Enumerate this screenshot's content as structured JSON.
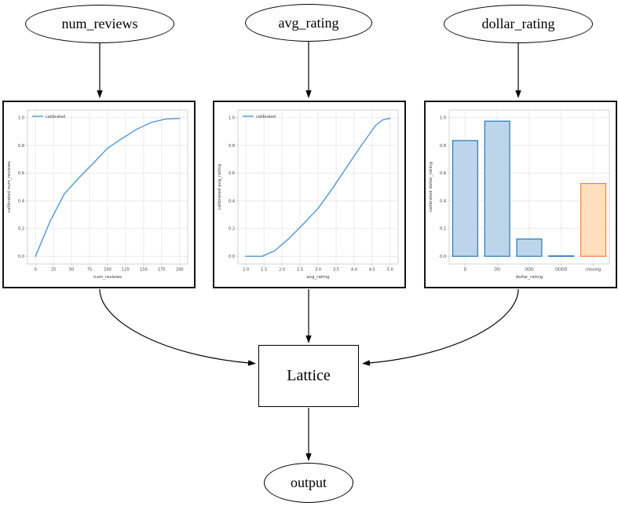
{
  "nodes": {
    "num_reviews": {
      "label": "num_reviews"
    },
    "avg_rating": {
      "label": "avg_rating"
    },
    "dollar_rating": {
      "label": "dollar_rating"
    },
    "lattice": {
      "label": "Lattice"
    },
    "output": {
      "label": "output"
    }
  },
  "colors": {
    "edge": "#000000",
    "line": "#4f97d3",
    "grid": "#ebebeb",
    "spine": "#d3d3d3",
    "text": "#3a3a3a",
    "bar_blue_fill": "#bdd5ea",
    "bar_blue_edge": "#2578b5",
    "bar_orange_fill": "#ffdfbd",
    "bar_orange_edge": "#f8802a"
  },
  "chart_data": [
    {
      "type": "line",
      "title": "",
      "xlabel": "num_reviews",
      "ylabel": "calibrated num_reviews",
      "legend": [
        "calibrated"
      ],
      "xlim": [
        0,
        200
      ],
      "ylim": [
        0,
        1
      ],
      "grid": true,
      "legend_position": "upper-left",
      "xticks": [
        0,
        25,
        50,
        75,
        100,
        125,
        150,
        175,
        200
      ],
      "xtick_labels": [
        "0",
        "25",
        "50",
        "75",
        "100",
        "125",
        "150",
        "175",
        "200"
      ],
      "yticks": [
        0,
        0.2,
        0.4,
        0.6,
        0.8,
        1
      ],
      "ytick_labels": [
        "0.0",
        "0.2",
        "0.4",
        "0.6",
        "0.8",
        "1.0"
      ],
      "series": [
        {
          "name": "calibrated",
          "x": [
            0,
            20,
            40,
            60,
            80,
            100,
            120,
            140,
            160,
            180,
            200
          ],
          "y": [
            0.0,
            0.25,
            0.45,
            0.565,
            0.67,
            0.78,
            0.85,
            0.915,
            0.965,
            0.99,
            0.995
          ]
        }
      ]
    },
    {
      "type": "line",
      "title": "",
      "xlabel": "avg_rating",
      "ylabel": "calibrated avg_rating",
      "legend": [
        "calibrated"
      ],
      "xlim": [
        1,
        5
      ],
      "ylim": [
        0,
        1
      ],
      "grid": true,
      "legend_position": "upper-left",
      "xticks": [
        1,
        1.5,
        2,
        2.5,
        3,
        3.5,
        4,
        4.5,
        5
      ],
      "xtick_labels": [
        "1.0",
        "1.5",
        "2.0",
        "2.5",
        "3.0",
        "3.5",
        "4.0",
        "4.5",
        "5.0"
      ],
      "yticks": [
        0,
        0.2,
        0.4,
        0.6,
        0.8,
        1
      ],
      "ytick_labels": [
        "0.0",
        "0.2",
        "0.4",
        "0.6",
        "0.8",
        "1.0"
      ],
      "series": [
        {
          "name": "calibrated",
          "x": [
            1.0,
            1.45,
            1.8,
            2.2,
            2.6,
            3.0,
            3.4,
            3.8,
            4.2,
            4.6,
            4.8,
            5.0
          ],
          "y": [
            0.0,
            0.0,
            0.04,
            0.13,
            0.235,
            0.345,
            0.49,
            0.645,
            0.8,
            0.945,
            0.985,
            0.995
          ]
        }
      ]
    },
    {
      "type": "bar",
      "title": "",
      "xlabel": "dollar_rating",
      "ylabel": "calibrated dollar_rating",
      "categories": [
        "D",
        "DD",
        "DDD",
        "DDDD",
        "missing"
      ],
      "values": [
        0.835,
        0.975,
        0.125,
        0.003,
        0.525
      ],
      "bar_styles": [
        "blue",
        "blue",
        "blue",
        "blue",
        "orange"
      ],
      "ylim": [
        0,
        1
      ],
      "grid": true,
      "yticks": [
        0,
        0.2,
        0.4,
        0.6,
        0.8,
        1
      ],
      "ytick_labels": [
        "0.0",
        "0.2",
        "0.4",
        "0.6",
        "0.8",
        "1.0"
      ]
    }
  ]
}
